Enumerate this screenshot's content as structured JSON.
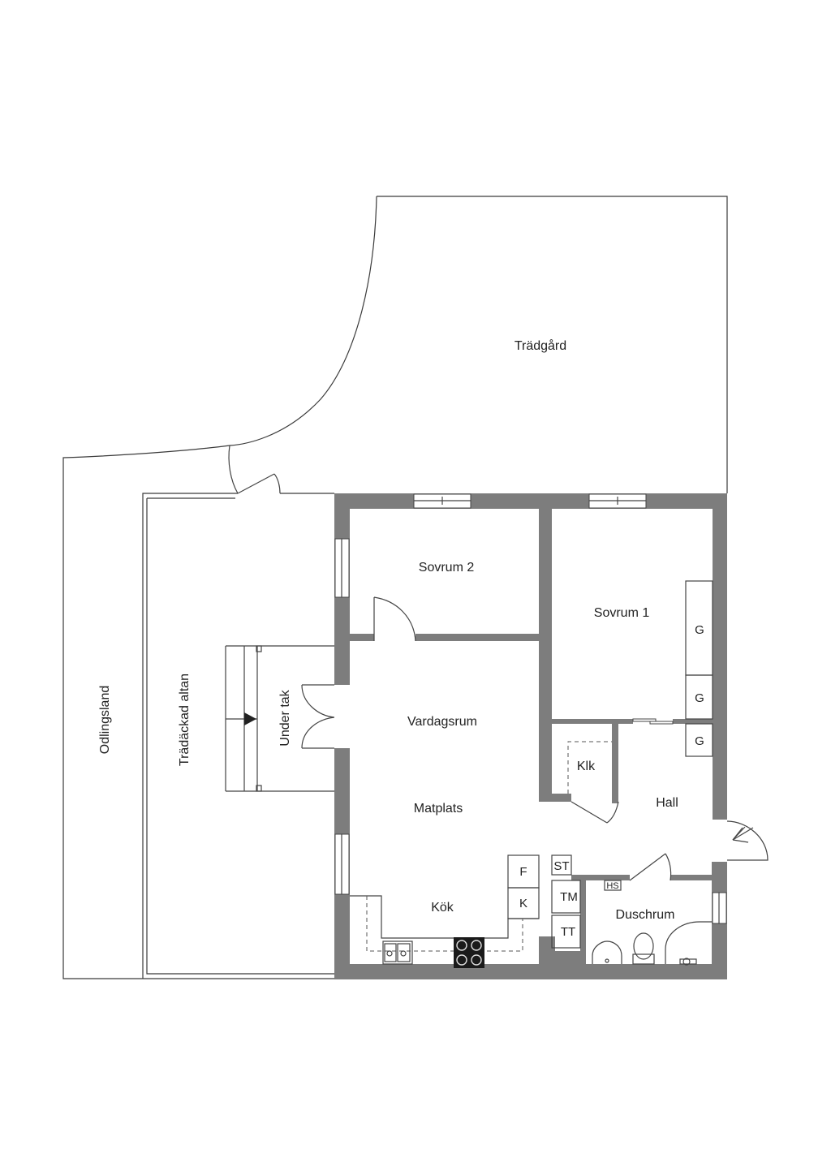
{
  "rooms": {
    "tradgard": "Trädgård",
    "odlingsland": "Odlingsland",
    "altan": "Trädäckad altan",
    "under_tak": "Under tak",
    "sovrum2": "Sovrum 2",
    "sovrum1": "Sovrum 1",
    "vardagsrum": "Vardagsrum",
    "matplats": "Matplats",
    "kok": "Kök",
    "klk": "Klk",
    "hall": "Hall",
    "duschrum": "Duschrum"
  },
  "fixtures": {
    "g1": "G",
    "g2": "G",
    "g3": "G",
    "fridge": "F",
    "freezer": "K",
    "st": "ST",
    "tm": "TM",
    "tt": "TT",
    "hs": "HS"
  },
  "icons": {
    "entrance": "entrance-arrow-icon",
    "stairs": "stair-direction-icon",
    "sink": "kitchen-sink-icon",
    "stove": "stove-icon",
    "washbasin": "washbasin-icon",
    "toilet": "toilet-icon",
    "shower": "shower-icon"
  },
  "colors": {
    "wall": "#7d7d7d",
    "line": "#3a3a3a",
    "background": "#ffffff"
  }
}
